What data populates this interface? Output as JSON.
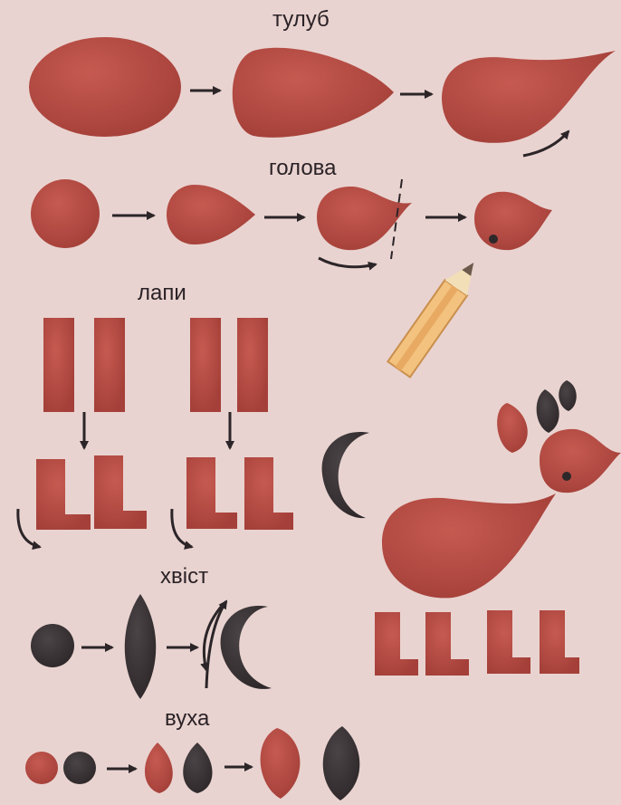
{
  "sections": {
    "body": "тулуб",
    "head": "голова",
    "legs": "лапи",
    "tail": "хвіст",
    "ear": "вуха"
  },
  "colors": {
    "clay_red": "#b65048",
    "clay_dark": "#3a3436",
    "background": "#e9d3d0",
    "pencil_body": "#f3c27f",
    "arrow": "#2b2528"
  }
}
